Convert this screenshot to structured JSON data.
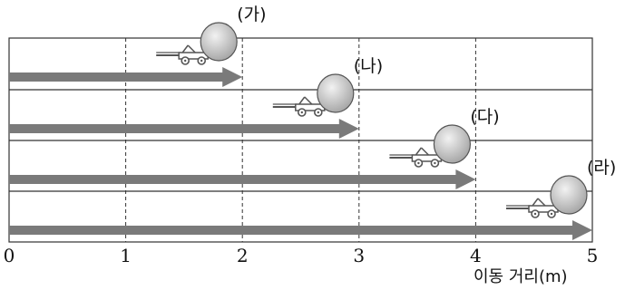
{
  "axis": {
    "ticks": [
      "0",
      "1",
      "2",
      "3",
      "4",
      "5"
    ],
    "title": "이동 거리(m)"
  },
  "trials": [
    {
      "label": "(가)",
      "distance": 2
    },
    {
      "label": "(나)",
      "distance": 3
    },
    {
      "label": "(다)",
      "distance": 4
    },
    {
      "label": "(라)",
      "distance": 5
    }
  ],
  "colors": {
    "arrow": "#7a7a7a",
    "ball": "#d0d0d0",
    "cart": "#555555",
    "grid": "#333333"
  },
  "icons": [
    "ball-icon",
    "cart-icon"
  ]
}
